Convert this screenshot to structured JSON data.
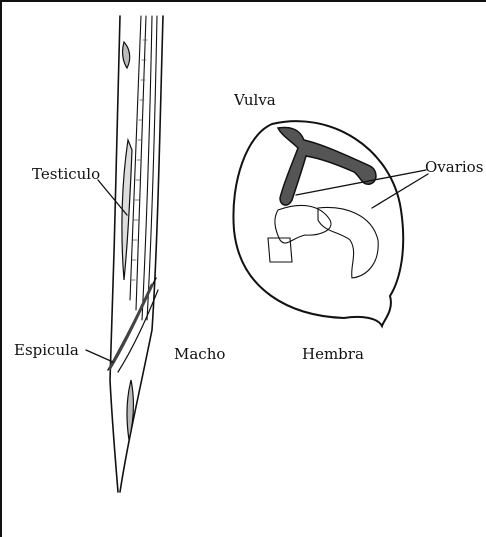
{
  "labels": {
    "vulva": "Vulva",
    "ovarios": "Ovarios",
    "testiculo": "Testiculo",
    "espicula": "Espicula",
    "macho": "Macho",
    "hembra": "Hembra"
  },
  "colors": {
    "ink": "#111111",
    "organ": "#888888",
    "background": "#ffffff"
  }
}
